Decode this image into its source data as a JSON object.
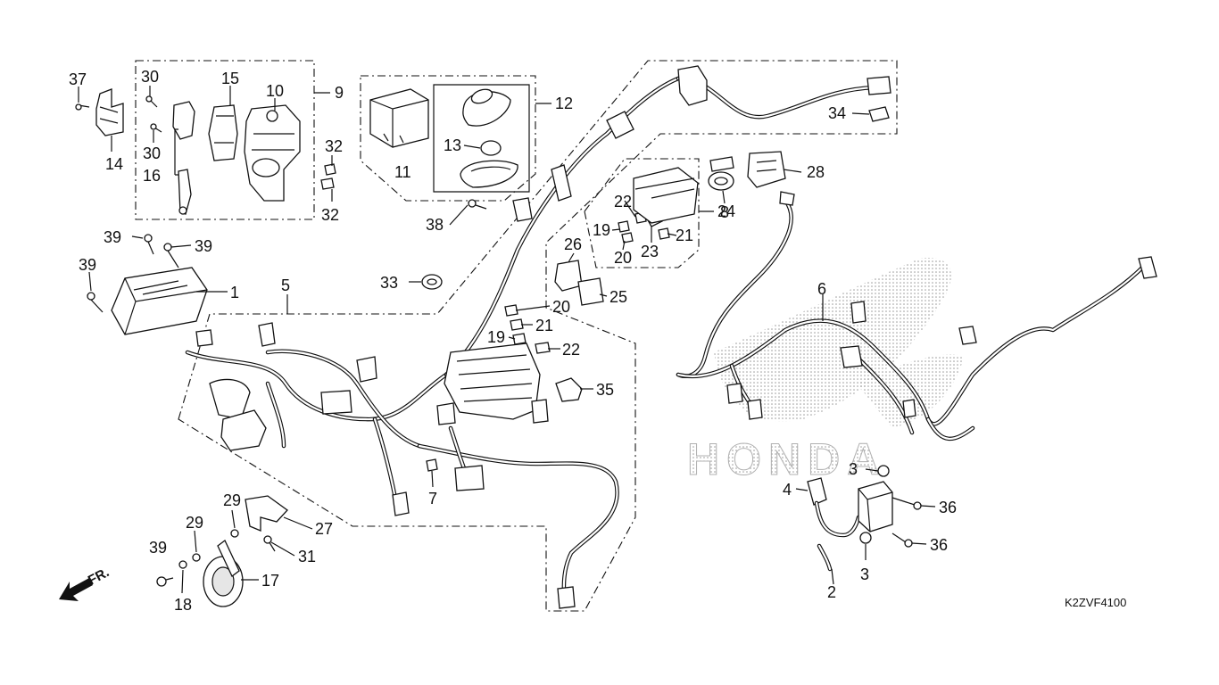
{
  "diagram": {
    "code": "K2ZVF4100",
    "direction_label": "FR.",
    "watermark": "HONDA",
    "callouts": [
      "1",
      "2",
      "3",
      "4",
      "5",
      "6",
      "7",
      "8",
      "9",
      "10",
      "11",
      "12",
      "13",
      "14",
      "15",
      "16",
      "17",
      "18",
      "19",
      "20",
      "21",
      "22",
      "23",
      "24",
      "25",
      "26",
      "27",
      "28",
      "29",
      "30",
      "31",
      "32",
      "33",
      "34",
      "35",
      "36",
      "37",
      "38",
      "39"
    ]
  }
}
